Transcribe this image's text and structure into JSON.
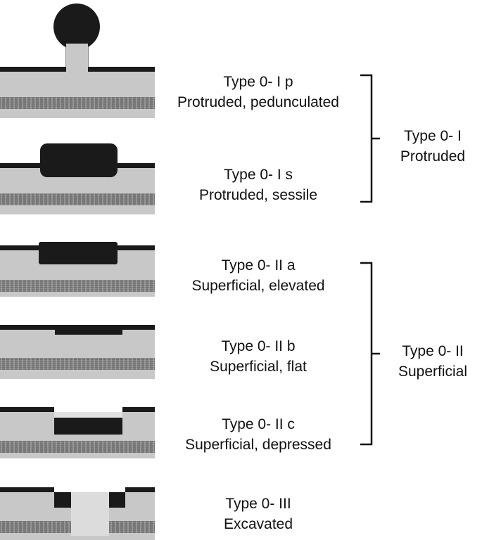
{
  "types": [
    {
      "code": "Type 0- I p",
      "description": "Protruded, pedunculated"
    },
    {
      "code": "Type 0- I s",
      "description": "Protruded, sessile"
    },
    {
      "code": "Type 0- II a",
      "description": "Superficial, elevated"
    },
    {
      "code": "Type 0- II b",
      "description": "Superficial, flat"
    },
    {
      "code": "Type 0- II c",
      "description": "Superficial, depressed"
    },
    {
      "code": "Type 0- III",
      "description": "Excavated"
    }
  ],
  "groups": [
    {
      "code": "Type 0- I",
      "name": "Protruded"
    },
    {
      "code": "Type 0- II",
      "name": "Superficial"
    }
  ],
  "colors": {
    "mucosa_line": "#1a1a1a",
    "tissue": "#c8c8c8",
    "hatch": "#6a6a6a",
    "lesion": "#1a1a1a",
    "pale_lesion": "#dcdcdc",
    "bracket": "#111111"
  }
}
